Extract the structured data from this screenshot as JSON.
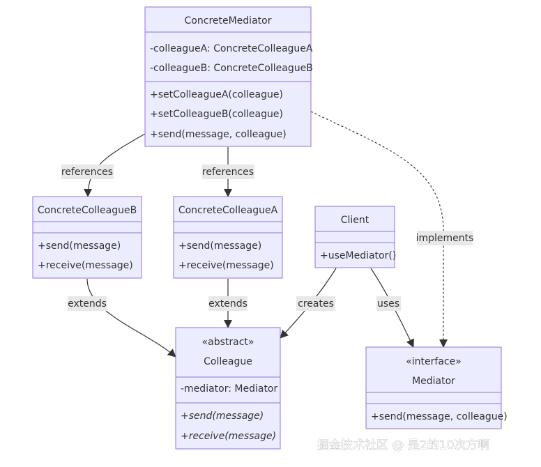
{
  "classes": {
    "concrete_mediator": {
      "name": "ConcreteMediator",
      "attributes": [
        "-colleagueA: ConcreteColleagueA",
        "-colleagueB: ConcreteColleagueB"
      ],
      "methods": [
        "+setColleagueA(colleague)",
        "+setColleagueB(colleague)",
        "+send(message, colleague)"
      ]
    },
    "concrete_colleague_b": {
      "name": "ConcreteColleagueB",
      "methods": [
        "+send(message)",
        "+receive(message)"
      ]
    },
    "concrete_colleague_a": {
      "name": "ConcreteColleagueA",
      "methods": [
        "+send(message)",
        "+receive(message)"
      ]
    },
    "client": {
      "name": "Client",
      "methods": [
        "+useMediator()"
      ]
    },
    "colleague": {
      "stereotype": "«abstract»",
      "name": "Colleague",
      "attributes": [
        "-mediator: Mediator"
      ],
      "methods": [
        "+send(message)",
        "+receive(message)"
      ]
    },
    "mediator": {
      "stereotype": "«interface»",
      "name": "Mediator",
      "methods": [
        "+send(message, colleague)"
      ]
    }
  },
  "relations": {
    "references_b": "references",
    "references_a": "references",
    "implements": "implements",
    "extends_b": "extends",
    "extends_a": "extends",
    "creates": "creates",
    "uses": "uses"
  },
  "watermark": "掘金技术社区 @ 是2的10次方啊",
  "colors": {
    "fill": "#ececff",
    "stroke": "#9370db",
    "text": "#333333",
    "label_bg": "#e8e8e8"
  }
}
